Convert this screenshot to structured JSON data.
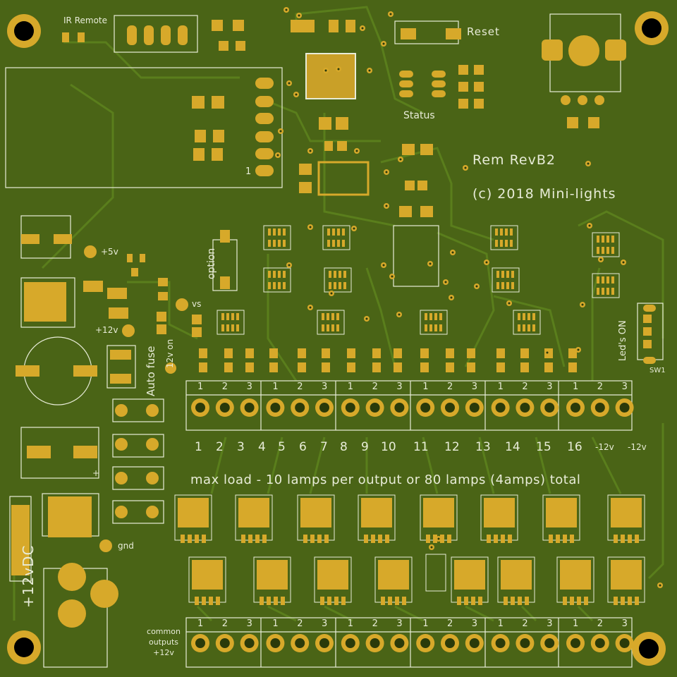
{
  "board": {
    "ir_remote_label": "IR Remote",
    "reset_label": "Reset",
    "status_label": "Status",
    "revision_label": "Rem RevB2",
    "copyright_label": "(c) 2018 Mini-lights",
    "header_pin1_label": "1",
    "plus5v_label": "+5v",
    "vs_label": "vs",
    "plus12v_label": "+12v",
    "gnd_label": "gnd",
    "plus_label": "+",
    "leds_on_label": "Led's ON",
    "sw1_label": "SW1",
    "option_label": "option",
    "auto_fuse_label": "Auto fuse",
    "v12_on_label": "12v on",
    "v12dc_label": "+12vDC",
    "max_load_label": "max load - 10 lamps per output or 80 lamps (4amps) total",
    "common_outputs_label": "common outputs +12v"
  },
  "outputs": [
    "1",
    "2",
    "3",
    "4",
    "5",
    "6",
    "7",
    "8",
    "9",
    "10",
    "11",
    "12",
    "13",
    "14",
    "15",
    "16",
    "-12v",
    "-12v"
  ],
  "terminal_pin_labels": [
    "1",
    "2",
    "3"
  ],
  "colors": {
    "board": "#4a6416",
    "copper": "#3c7a0e",
    "pad": "#d7a92a",
    "silk": "#e8ecd8"
  }
}
